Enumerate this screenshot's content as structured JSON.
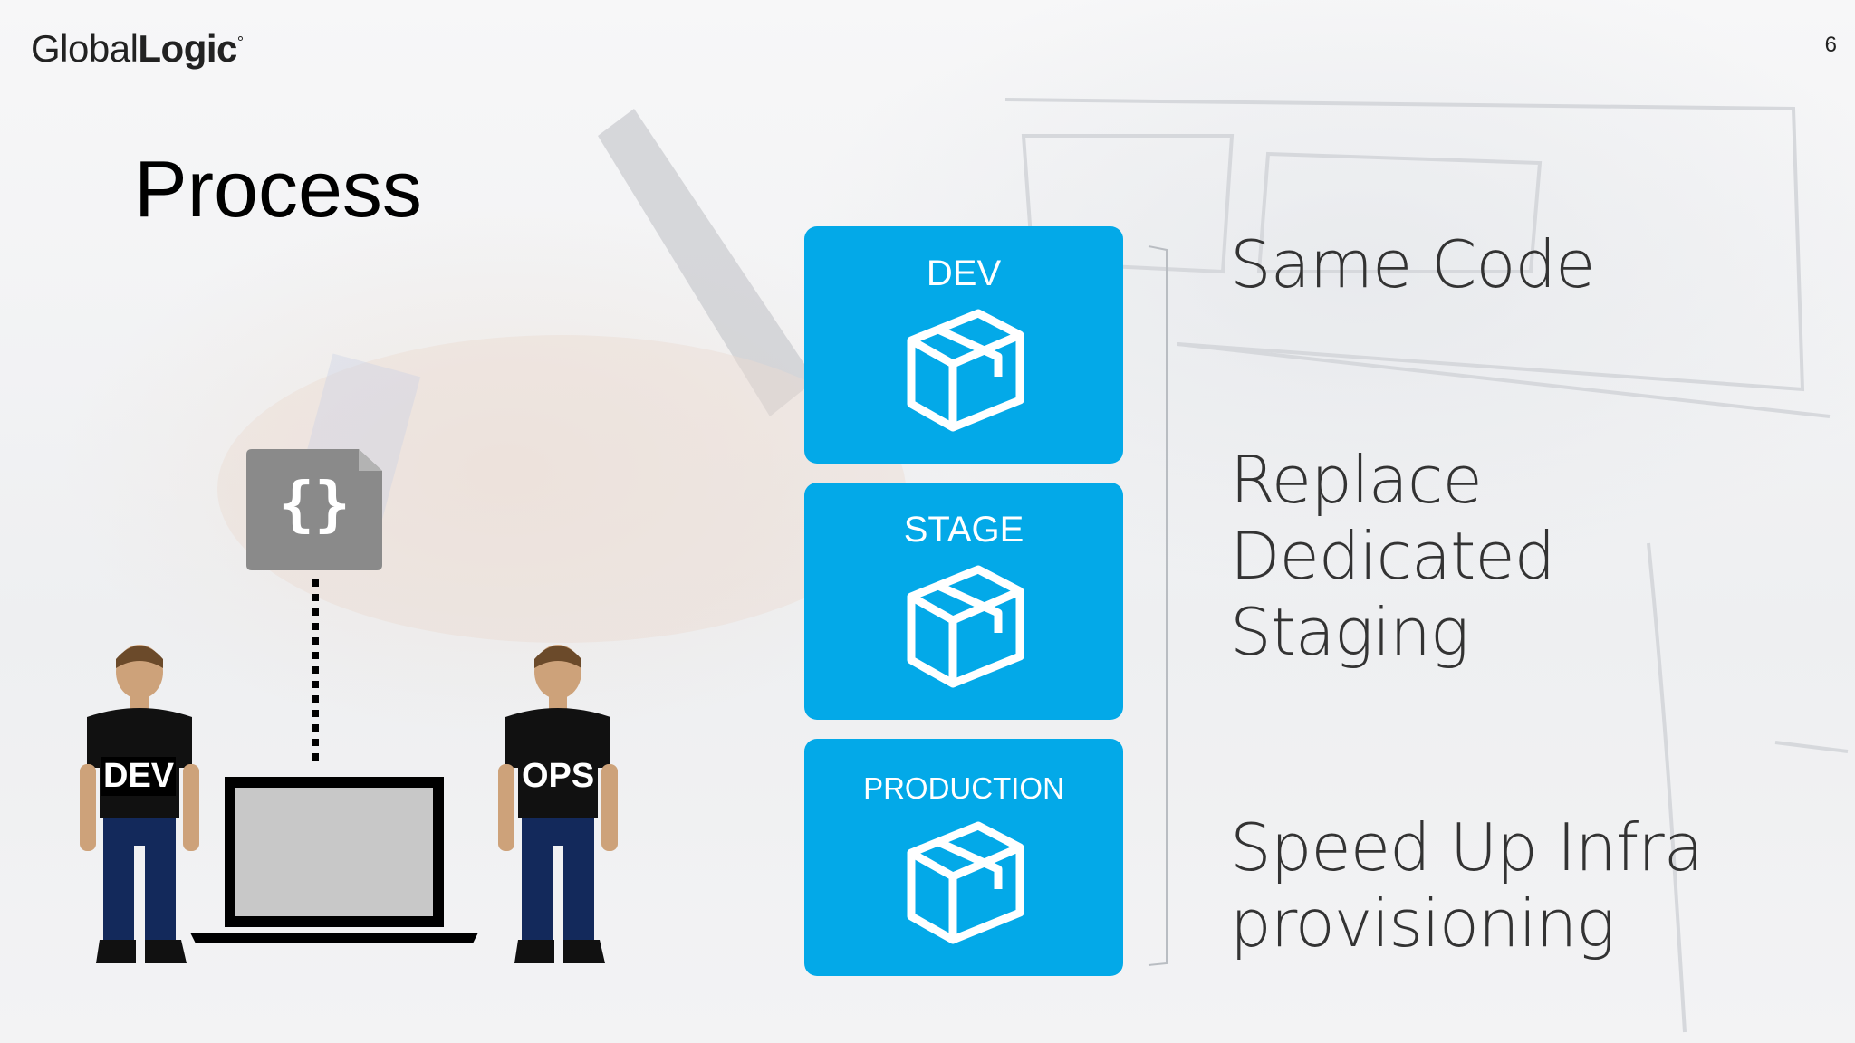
{
  "slide": {
    "logo": {
      "part1": "Global",
      "part2": "Logic",
      "mark": "°"
    },
    "page_number": "6",
    "title": "Process"
  },
  "environments": [
    {
      "label": "DEV",
      "icon": "box-icon"
    },
    {
      "label": "STAGE",
      "icon": "box-icon"
    },
    {
      "label": "PRODUCTION",
      "icon": "box-icon"
    }
  ],
  "points": {
    "same_code": "Same Code",
    "replace": [
      "Replace",
      "Dedicated",
      "Staging"
    ],
    "speed": [
      "Speed Up Infra",
      "provisioning"
    ]
  },
  "figures": {
    "dev_badge": "DEV",
    "ops_badge": "OPS",
    "code_glyph": "{}"
  },
  "colors": {
    "accent": "#03a9e8",
    "file_icon": "#8a8a8a"
  }
}
